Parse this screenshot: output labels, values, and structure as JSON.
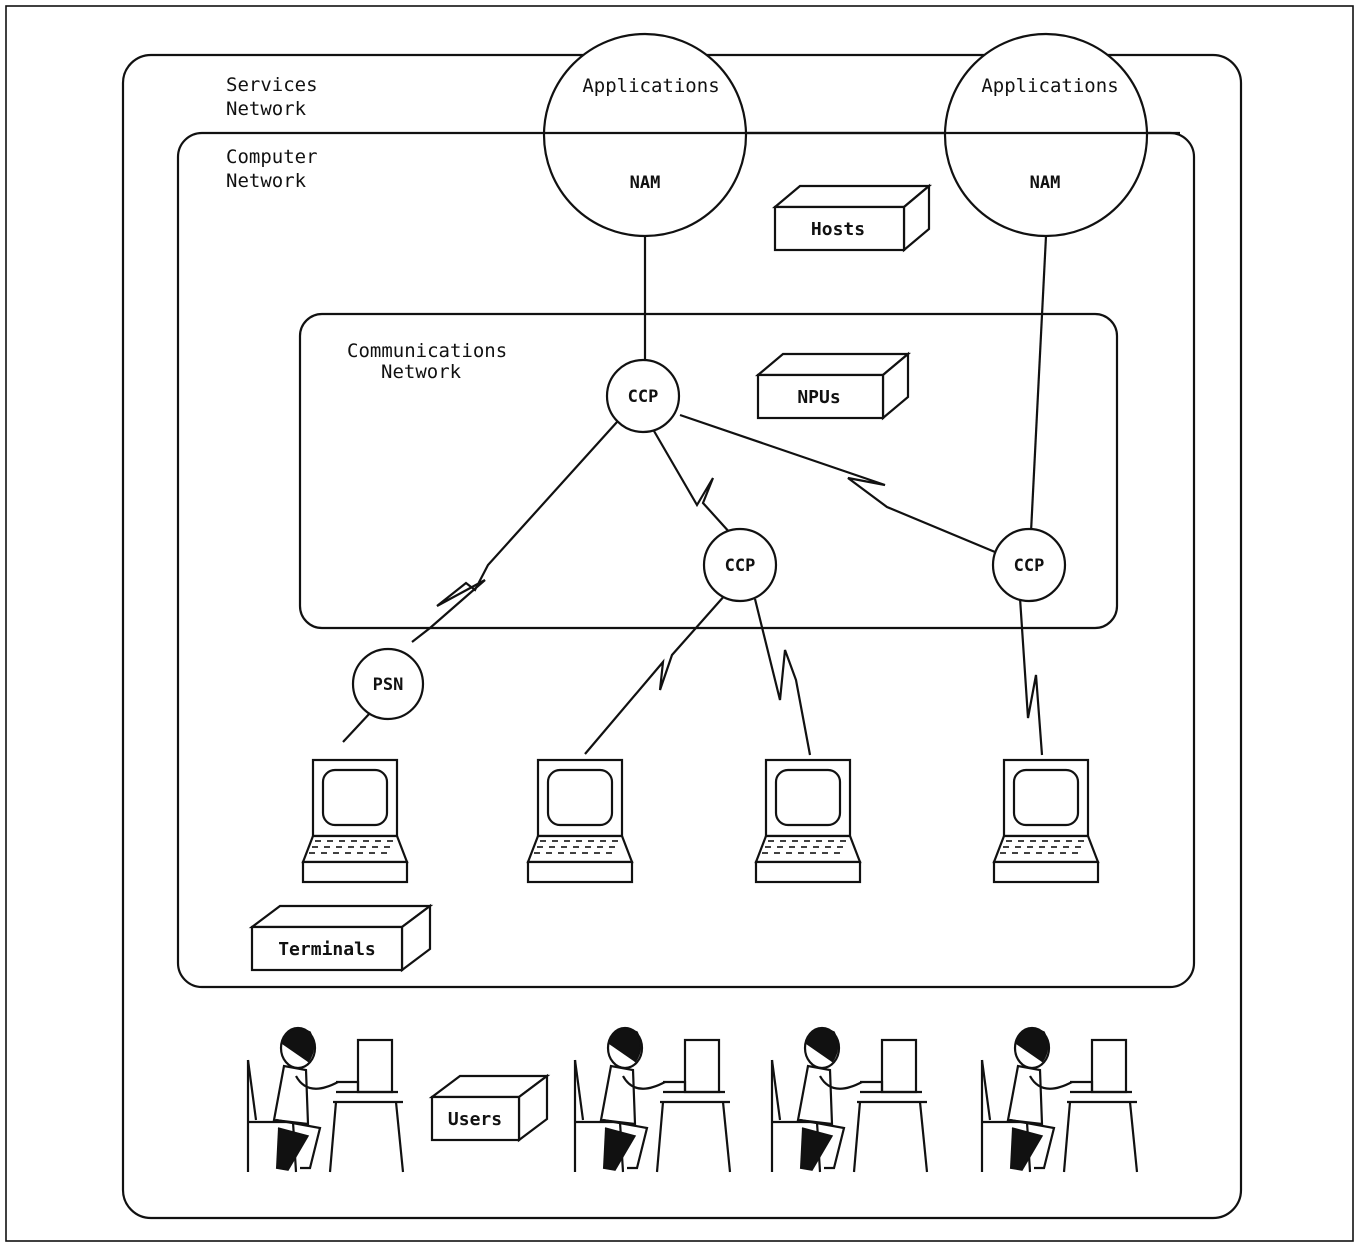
{
  "regions": {
    "services_network": [
      "Services",
      "Network"
    ],
    "computer_network": [
      "Computer",
      "Network"
    ],
    "communications_network": [
      "Communications",
      "Network"
    ]
  },
  "applications": [
    {
      "top_label": "Applications",
      "bottom_label": "NAM"
    },
    {
      "top_label": "Applications",
      "bottom_label": "NAM"
    }
  ],
  "nodes": {
    "ccp_main": "CCP",
    "ccp_middle": "CCP",
    "ccp_right": "CCP",
    "psn": "PSN"
  },
  "boxes": {
    "hosts": "Hosts",
    "npus": "NPUs",
    "terminals": "Terminals",
    "users": "Users"
  },
  "colors": {
    "line": "#111111",
    "background": "#ffffff"
  }
}
